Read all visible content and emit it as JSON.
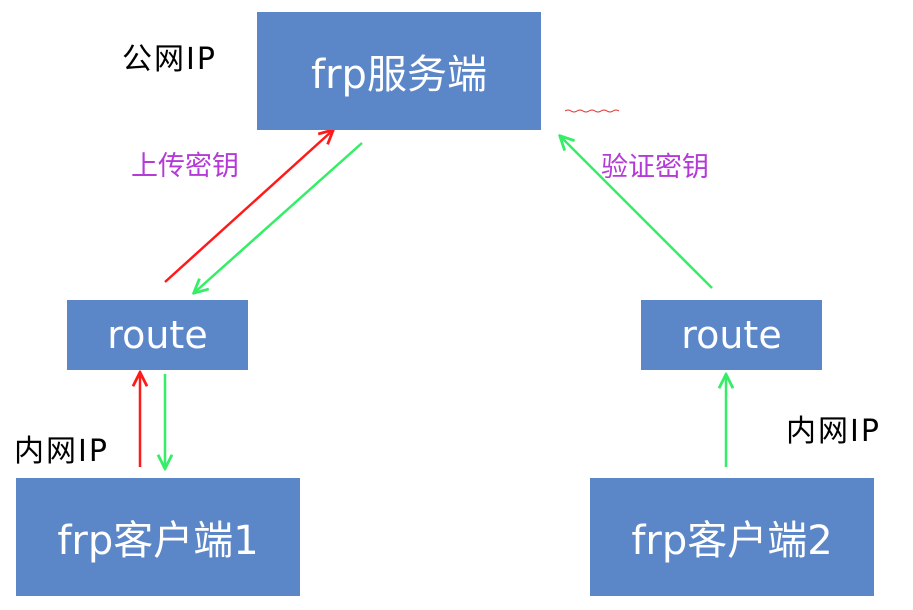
{
  "nodes": {
    "server": "frp服务端",
    "route_left": "route",
    "route_right": "route",
    "client1": "frp客户端1",
    "client2": "frp客户端2"
  },
  "labels": {
    "public_ip": "公网IP",
    "private_ip_left": "内网IP",
    "private_ip_right": "内网IP",
    "upload_key": "上传密钥",
    "verify_key": "验证密钥"
  },
  "colors": {
    "box_fill": "#5b86c8",
    "box_text": "#ffffff",
    "arrow_red": "#ff1a1a",
    "arrow_green": "#33ee66",
    "label_purple": "#b43bd8"
  }
}
